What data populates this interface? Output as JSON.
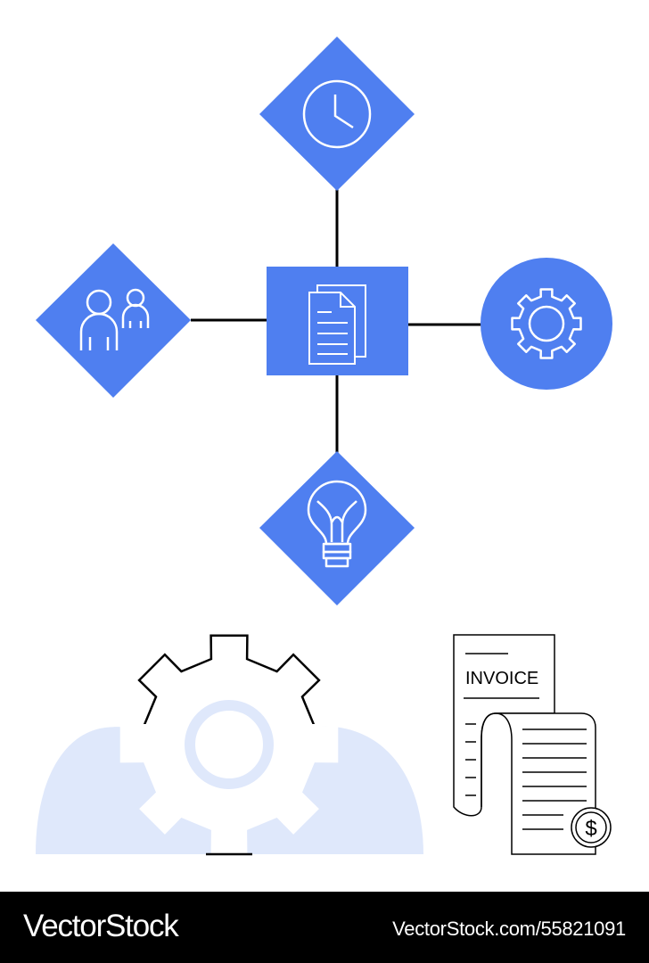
{
  "colors": {
    "accent": "#4f7ff0",
    "light_blue": "#dfe8fb",
    "line": "#000000",
    "white": "#ffffff"
  },
  "diagram": {
    "center_node": {
      "icon": "documents-icon"
    },
    "nodes": [
      {
        "position": "top",
        "shape": "diamond",
        "icon": "clock-icon"
      },
      {
        "position": "left",
        "shape": "diamond",
        "icon": "people-icon"
      },
      {
        "position": "right",
        "shape": "circle",
        "icon": "gear-icon"
      },
      {
        "position": "bottom",
        "shape": "diamond",
        "icon": "lightbulb-icon"
      }
    ]
  },
  "illustrations": {
    "cloud_gear": {
      "icon": "cloud-gear-icon"
    },
    "invoice": {
      "title": "INVOICE",
      "icon": "invoice-icon",
      "badge_icon": "dollar-coin-icon",
      "badge_symbol": "$"
    }
  },
  "footer": {
    "brand": "VectorStock",
    "reference": "VectorStock.com/55821091"
  }
}
